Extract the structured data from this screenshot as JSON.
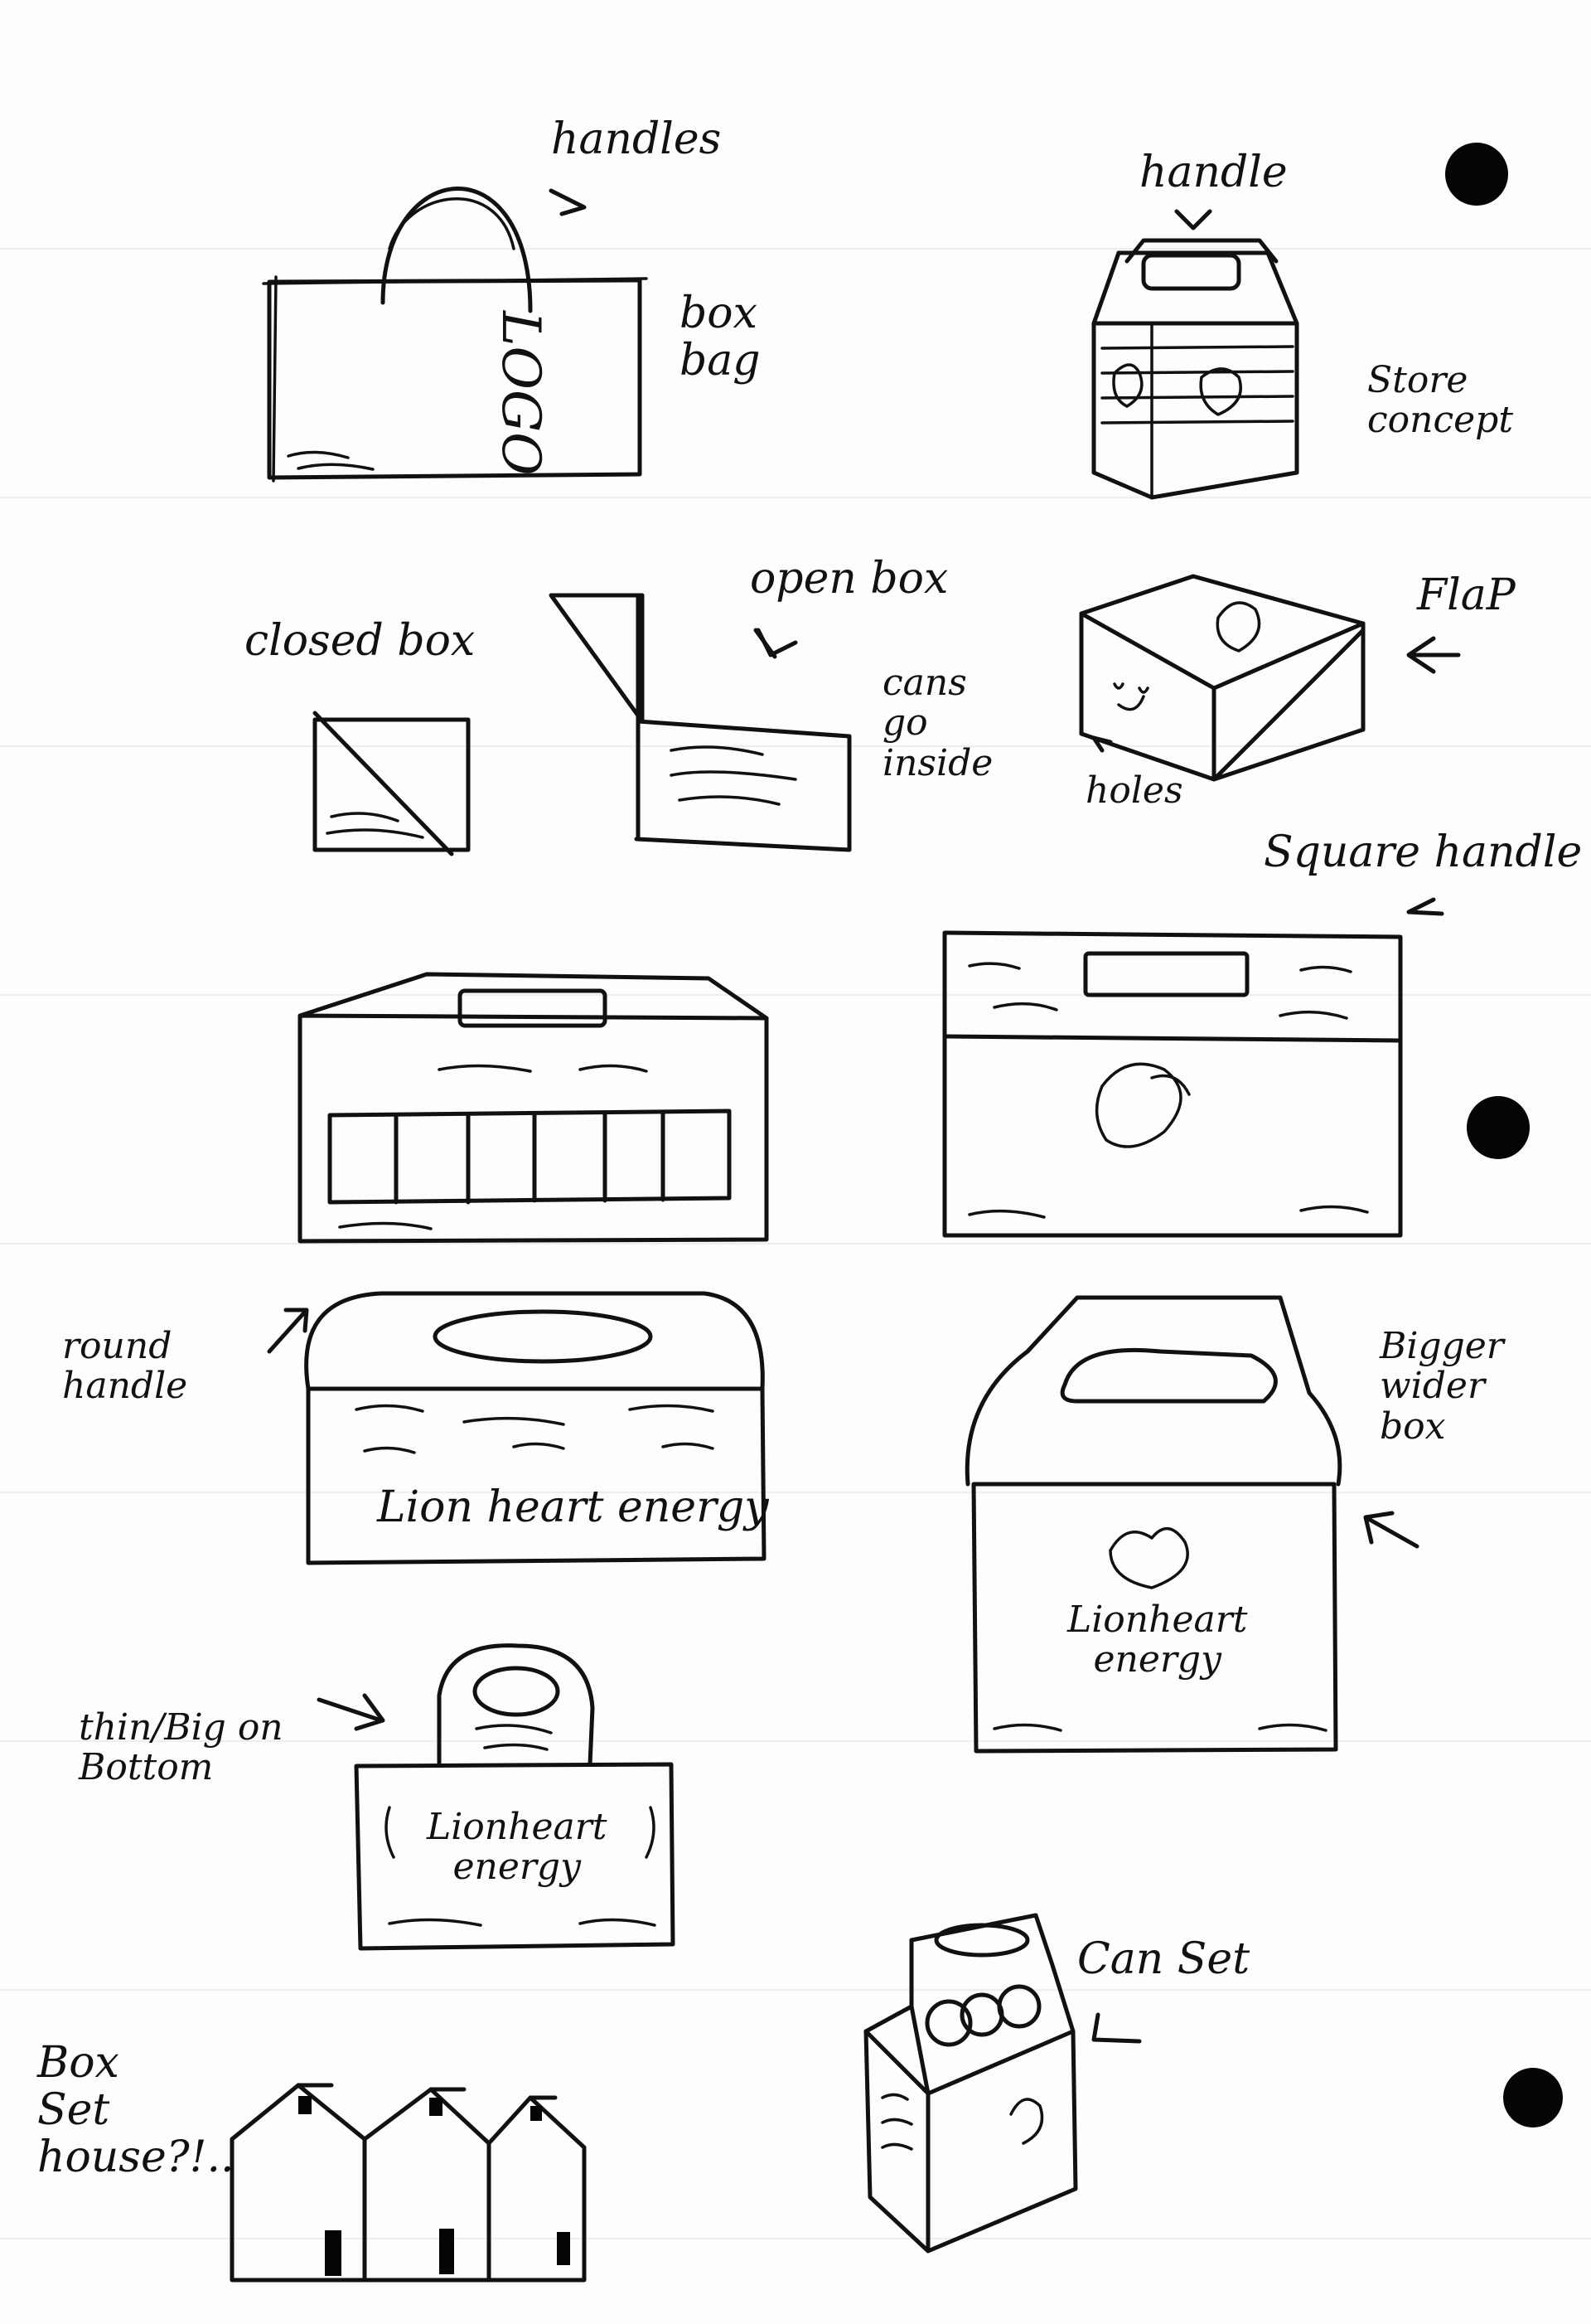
{
  "labels": {
    "handles": "handles",
    "box_bag": "box\nbag",
    "logo": "LOGO",
    "handle": "handle",
    "store_concept": "Store\nconcept",
    "closed_box": "closed box",
    "open_box": "open box",
    "cans_go_inside": "cans\ngo\ninside",
    "flap": "FlaP",
    "holes": "holes",
    "square_handle": "Square handle",
    "round_handle": "round\nhandle",
    "box_text_1": "Lion heart energy",
    "bigger_wider_box": "Bigger\nwider\nbox",
    "box_text_2": "Lionheart\nenergy",
    "thin_big": "thin/Big on\nBottom",
    "box_text_3": "Lionheart\nenergy",
    "can_set": "Can Set",
    "box_set": "Box\nSet\nhouse?!.."
  },
  "colors": {
    "ink": "#111111",
    "paper": "#fdfdfd",
    "rule": "#eeeeee"
  }
}
